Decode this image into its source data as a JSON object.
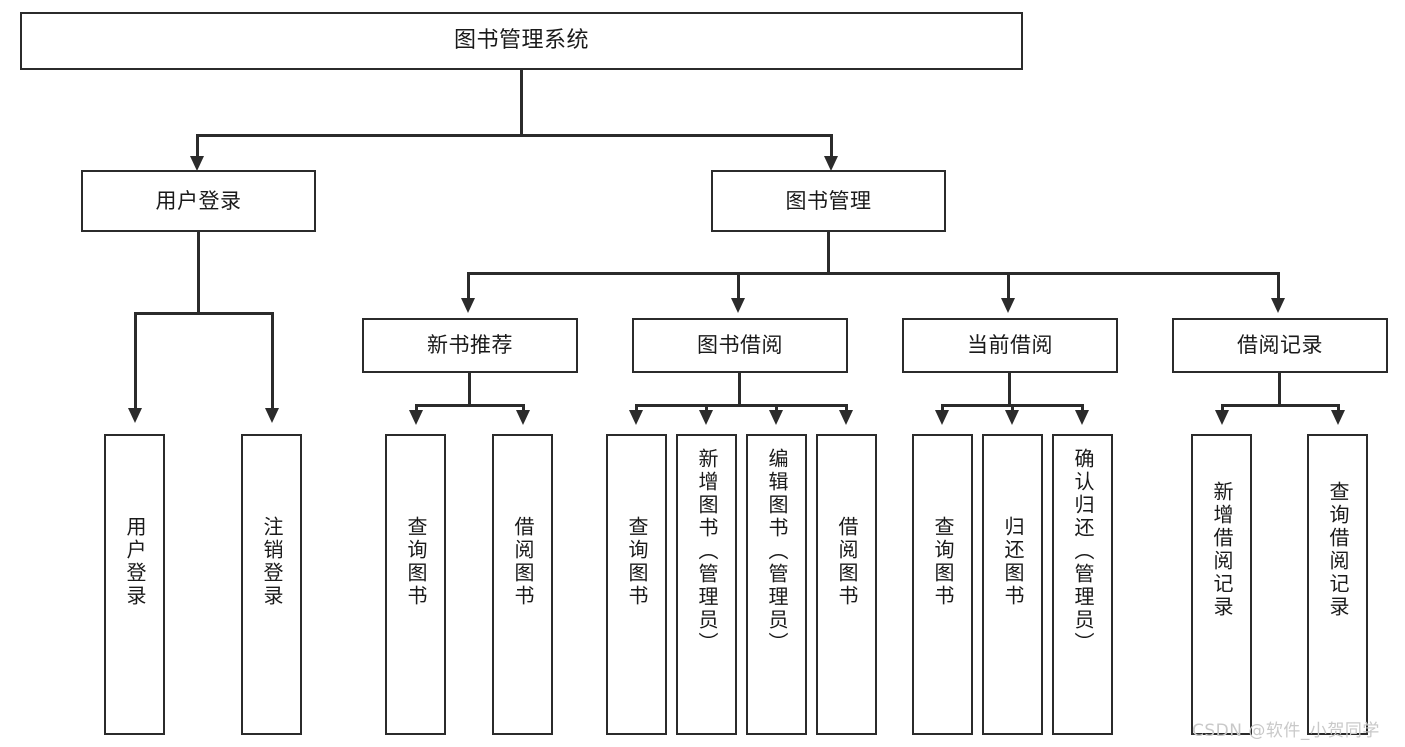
{
  "diagram": {
    "type": "tree",
    "title": "图书管理系统",
    "watermark": "CSDN @软件_小贺同学",
    "colors": {
      "stroke": "#2b2b2b",
      "fill": "#ffffff",
      "text": "#1a1a1a",
      "watermark": "#c9c9c9"
    },
    "levels": {
      "root": "图书管理系统",
      "level2": [
        "用户登录",
        "图书管理"
      ],
      "level3": [
        "新书推荐",
        "图书借阅",
        "当前借阅",
        "借阅记录"
      ],
      "level4": [
        "用户登录",
        "注销登录",
        "查询图书",
        "借阅图书",
        "查询图书",
        "新增图书（管理员）",
        "编辑图书（管理员）",
        "借阅图书",
        "查询图书",
        "归还图书",
        "确认归还（管理员）",
        "新增借阅记录",
        "查询借阅记录"
      ]
    },
    "nodes": {
      "root": {
        "label": "图书管理系统"
      },
      "user_login": {
        "label": "用户登录"
      },
      "book_manage": {
        "label": "图书管理"
      },
      "new_book_rec": {
        "label": "新书推荐"
      },
      "book_borrow": {
        "label": "图书借阅"
      },
      "current_borrow": {
        "label": "当前借阅"
      },
      "borrow_record": {
        "label": "借阅记录"
      },
      "leaf_user_login": {
        "label": "用户登录"
      },
      "leaf_logout": {
        "label": "注销登录"
      },
      "leaf_query_book_1": {
        "label": "查询图书"
      },
      "leaf_borrow_book_1": {
        "label": "借阅图书"
      },
      "leaf_query_book_2": {
        "label": "查询图书"
      },
      "leaf_add_book_admin": {
        "label": "新增图书（管理员）"
      },
      "leaf_edit_book_admin": {
        "label": "编辑图书（管理员）"
      },
      "leaf_borrow_book_2": {
        "label": "借阅图书"
      },
      "leaf_query_book_3": {
        "label": "查询图书"
      },
      "leaf_return_book": {
        "label": "归还图书"
      },
      "leaf_confirm_return_admin": {
        "label": "确认归还（管理员）"
      },
      "leaf_add_record": {
        "label": "新增借阅记录"
      },
      "leaf_query_record": {
        "label": "查询借阅记录"
      }
    },
    "edges": [
      {
        "from": "root",
        "to": "user_login"
      },
      {
        "from": "root",
        "to": "book_manage"
      },
      {
        "from": "user_login",
        "to": "leaf_user_login"
      },
      {
        "from": "user_login",
        "to": "leaf_logout"
      },
      {
        "from": "book_manage",
        "to": "new_book_rec"
      },
      {
        "from": "book_manage",
        "to": "book_borrow"
      },
      {
        "from": "book_manage",
        "to": "current_borrow"
      },
      {
        "from": "book_manage",
        "to": "borrow_record"
      },
      {
        "from": "new_book_rec",
        "to": "leaf_query_book_1"
      },
      {
        "from": "new_book_rec",
        "to": "leaf_borrow_book_1"
      },
      {
        "from": "book_borrow",
        "to": "leaf_query_book_2"
      },
      {
        "from": "book_borrow",
        "to": "leaf_add_book_admin"
      },
      {
        "from": "book_borrow",
        "to": "leaf_edit_book_admin"
      },
      {
        "from": "book_borrow",
        "to": "leaf_borrow_book_2"
      },
      {
        "from": "current_borrow",
        "to": "leaf_query_book_3"
      },
      {
        "from": "current_borrow",
        "to": "leaf_return_book"
      },
      {
        "from": "current_borrow",
        "to": "leaf_confirm_return_admin"
      },
      {
        "from": "borrow_record",
        "to": "leaf_add_record"
      },
      {
        "from": "borrow_record",
        "to": "leaf_query_record"
      }
    ]
  }
}
